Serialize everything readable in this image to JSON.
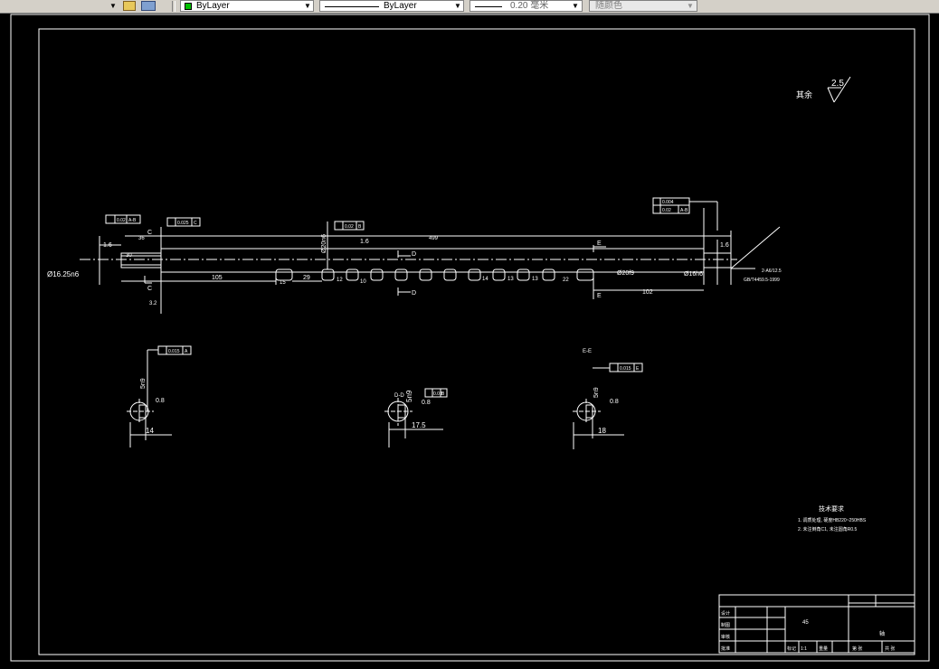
{
  "toolbar": {
    "color_value": "ByLayer",
    "linetype_value": "ByLayer",
    "lineweight_value": "0.20 毫米",
    "plotstyle_value": "随颜色",
    "accent_color": "#00c000"
  },
  "drawing": {
    "surface_label": "其余",
    "surface_value": "2.5",
    "dims": {
      "d1": "Ø16.25n6",
      "d2": "Ø20n6",
      "d3": "Ø20f9",
      "d4": "Ø16h6",
      "len_total": "499",
      "len_105": "105",
      "len_29": "29",
      "len_102": "102",
      "len_36": "36",
      "len_15": "15",
      "len_12": "12",
      "len_10": "10",
      "len_14": "14",
      "len_13a": "13",
      "len_13b": "13",
      "len_22": "22",
      "len_30": "30"
    },
    "tolerances": {
      "t1": "0.02",
      "t1_ref": "A-B",
      "t2": "0.025",
      "t2_ref": "C",
      "t3": "0.02",
      "t3_ref": "B",
      "t4": "0.004",
      "t5": "0.02",
      "t5_ref": "A-B",
      "t6": "0.015",
      "t6_ref": "A",
      "t7": "0.03",
      "t7_ref": "B",
      "t8": "0.015",
      "t8_ref": "E"
    },
    "roughness": {
      "r1": "1.6",
      "r2": "1.6",
      "r3": "1.6",
      "r4": "0.8",
      "r5": "0.8",
      "r6": "0.8",
      "r7": "3.2"
    },
    "section_labels": {
      "d_top": "D",
      "d_bottom": "D",
      "e_top": "E",
      "e_bottom": "E",
      "c_top": "C",
      "c_bottom": "C",
      "s1_dim": "5n9",
      "s2_dim": "5n9",
      "s3_dim": "5n9",
      "s1_width": "14",
      "s2_width": "17.5",
      "s3_width": "18",
      "s2_title": "D-D",
      "s3_title": "E-E"
    },
    "note_right": "GB/T4459.5-1999",
    "note_right2": "2-A6/12.5"
  },
  "tech_req": {
    "title": "技术要求",
    "line1": "1. 调质处理, 硬度HB220~250HBS",
    "line2": "2. 未注倒角C1, 未注圆角R0.5"
  },
  "title_block": {
    "material": "45",
    "part_name": "轴",
    "labels": {
      "design": "设计",
      "draw": "制图",
      "check": "审核",
      "approve": "批准",
      "mark": "标记",
      "scale": "比例",
      "weight": "重量",
      "sheet": "共 张",
      "sheet2": "第 张"
    },
    "scale_value": "1:1"
  }
}
